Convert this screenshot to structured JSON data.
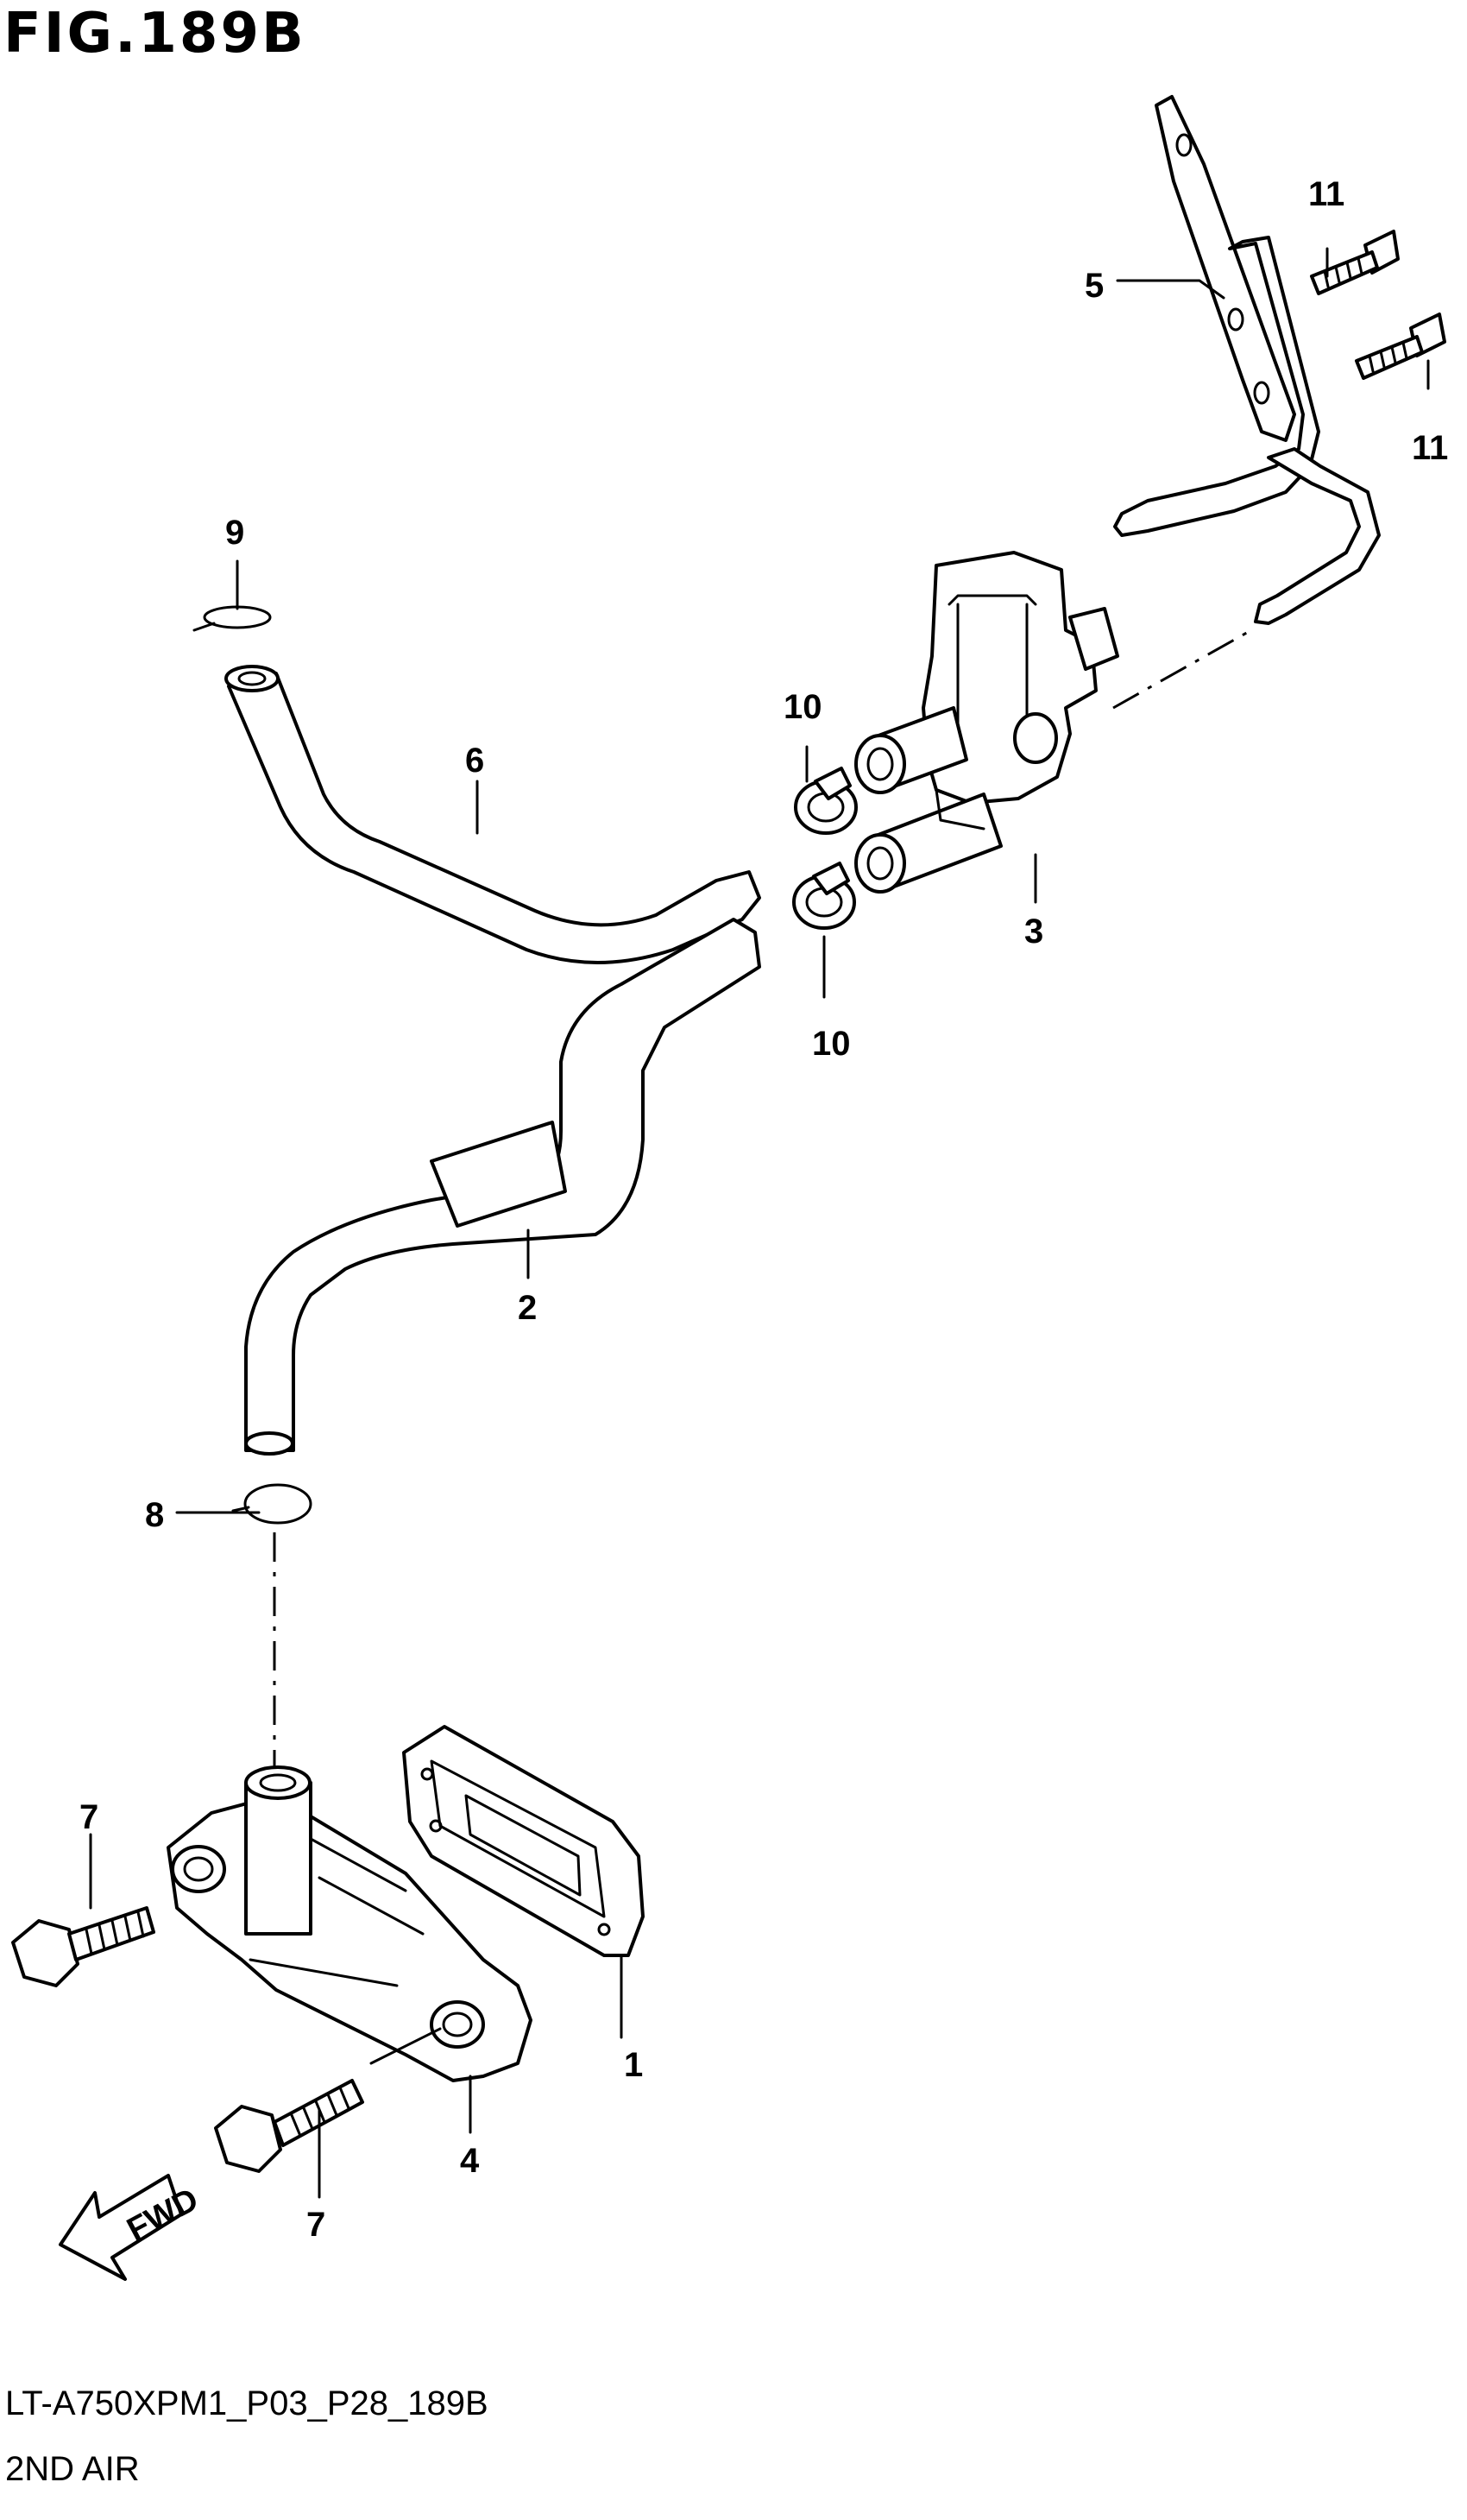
{
  "figure": {
    "title": "FIG.189B",
    "drawing_code": "LT-A750XPM1_P03_P28_189B",
    "section_name": "2ND AIR",
    "direction_label": "FWD"
  },
  "callouts": {
    "c1": "1",
    "c2": "2",
    "c3": "3",
    "c4": "4",
    "c5": "5",
    "c6": "6",
    "c7_top": "7",
    "c7_bottom": "7",
    "c8": "8",
    "c9": "9",
    "c10_top": "10",
    "c10_bottom": "10",
    "c11_top": "11",
    "c11_bottom": "11"
  }
}
